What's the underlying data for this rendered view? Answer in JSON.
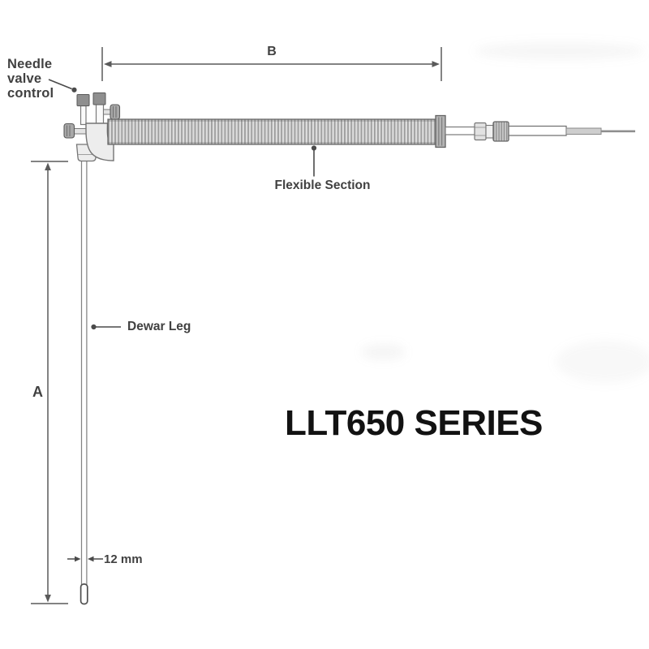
{
  "diagram": {
    "title": "LLT650 SERIES",
    "annotations": {
      "needle_valve": {
        "line1": "Needle",
        "line2": "valve",
        "line3": "control"
      },
      "flexible_section": "Flexible Section",
      "dewar_leg": "Dewar Leg",
      "leg_diameter": "12 mm"
    },
    "dimensions": {
      "a": "A",
      "b": "B"
    },
    "colors": {
      "background": "#ffffff",
      "outline": "#6f6f6f",
      "dimension_line": "#5a5a5a",
      "label_text": "#414141",
      "title_text": "#121212",
      "pipe_fill": "#ededed",
      "corrugation_ridge": "#9b9b9b",
      "corrugation_gap": "#dcdcdc",
      "valve_cap": "#8f8f8f",
      "knob_fill": "#a8a8a8"
    }
  }
}
